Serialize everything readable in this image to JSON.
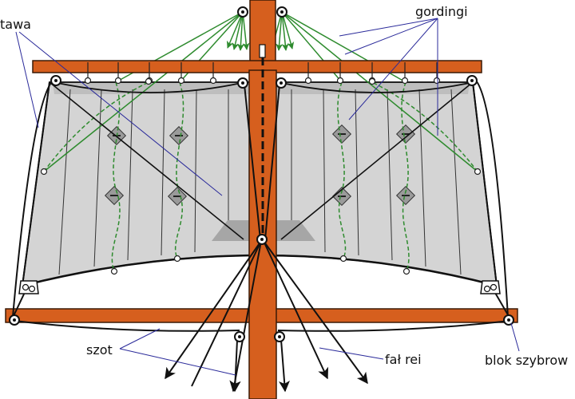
{
  "labels": {
    "tawa": "tawa",
    "gordingi": "gordingi",
    "szot": "szot",
    "fal_rei": "fał rei",
    "blok_szybrowy": "blok szybrow"
  },
  "colors": {
    "spar": "#d65f1e",
    "spar_stroke": "#3a1a06",
    "sail": "#d4d4d4",
    "sail_dark": "#a6a6a6",
    "gording_line": "#2e8b2e",
    "label_line": "#2a2a9a",
    "rope": "#111111"
  }
}
